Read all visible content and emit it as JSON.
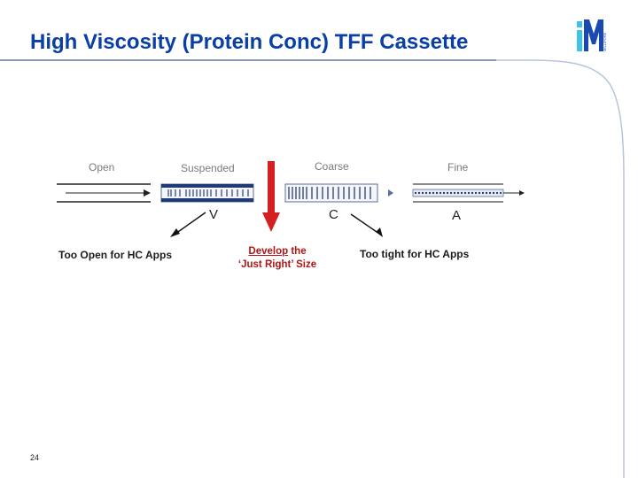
{
  "header": {
    "title": "High Viscosity (Protein Conc) TFF Cassette"
  },
  "logo": {
    "letter": "M",
    "vertical_text": "MILLIPORE",
    "colors": {
      "primary": "#1a49b4",
      "accent": "#3cc4e8"
    }
  },
  "diagram": {
    "stages": [
      "Open",
      "Suspended",
      "Coarse",
      "Fine"
    ],
    "letters": [
      "V",
      "C",
      "A"
    ]
  },
  "labels": {
    "left": "Too Open for HC Apps",
    "center_underlined": "Develop",
    "center_rest_line1": " the",
    "center_line2": "‘Just Right’ Size",
    "right": "Too tight for HC Apps"
  },
  "footer": {
    "page_number": "24"
  },
  "colors": {
    "title": "#0a3fa5",
    "red_arrow": "#d42020",
    "rule": "#1f4f9a"
  }
}
